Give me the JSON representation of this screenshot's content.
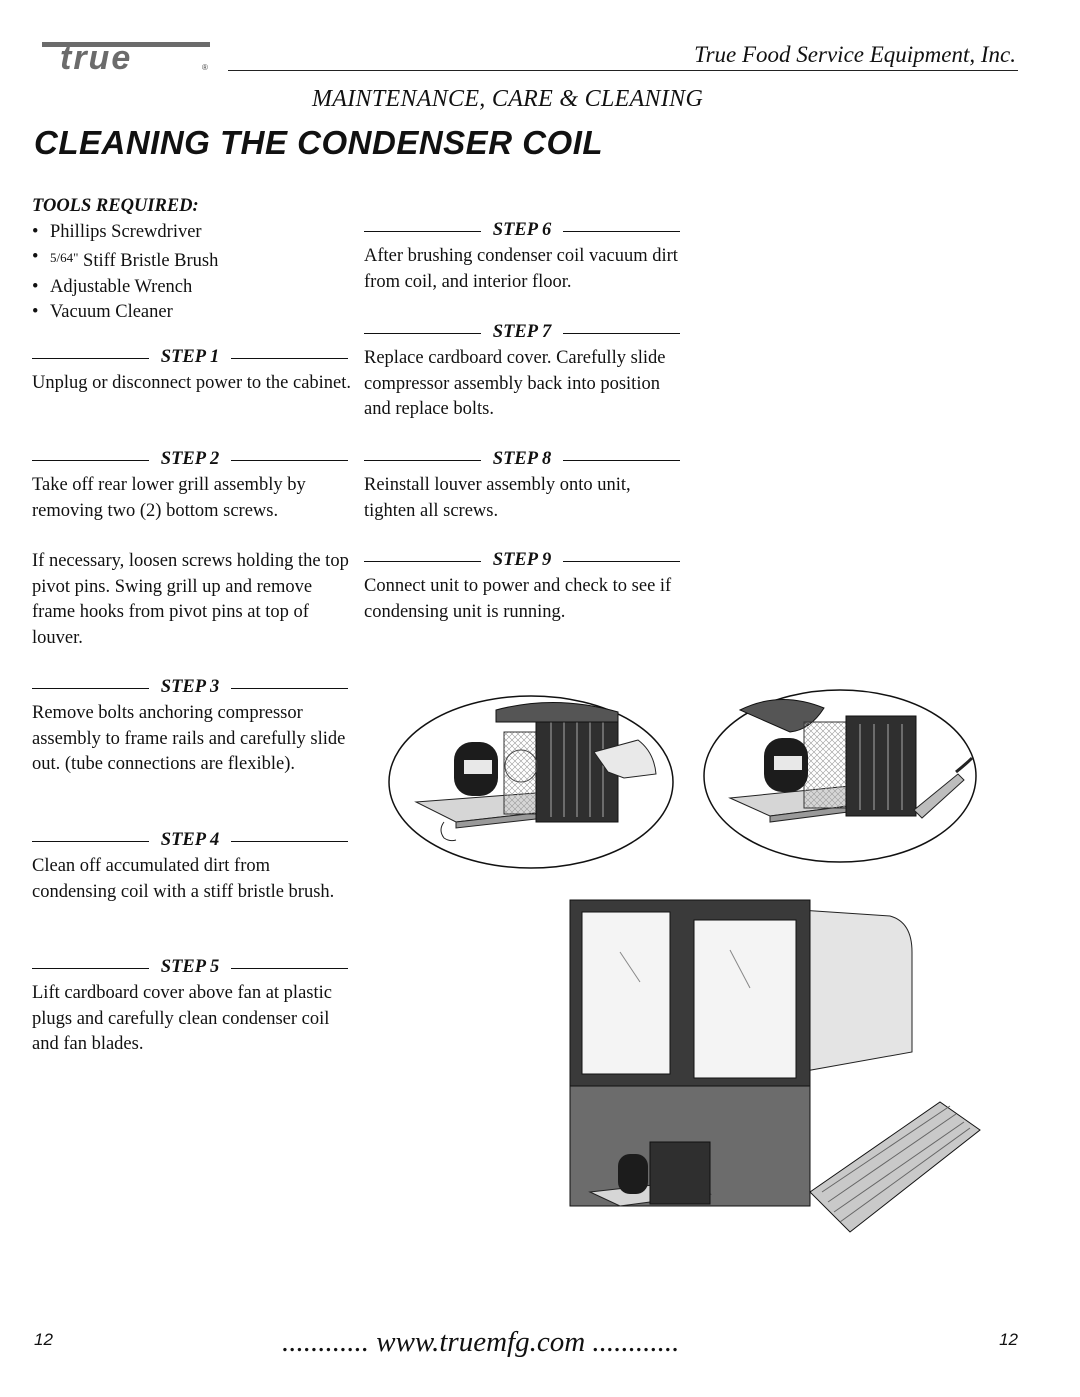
{
  "header": {
    "logo_text": "true",
    "company": "True Food Service Equipment, Inc.",
    "section": "MAINTENANCE, CARE & CLEANING",
    "title": "CLEANING THE CONDENSER COIL"
  },
  "tools": {
    "title": "TOOLS REQUIRED:",
    "items": [
      "Phillips Screwdriver",
      "Stiff Bristle Brush",
      "Adjustable Wrench",
      "Vacuum Cleaner"
    ],
    "brush_fraction": "5/64\""
  },
  "steps": [
    {
      "label": "STEP 1",
      "paragraphs": [
        "Unplug or disconnect power to the cabinet."
      ]
    },
    {
      "label": "STEP 2",
      "paragraphs": [
        "Take off rear lower grill assembly by removing two (2) bottom screws.",
        "If necessary, loosen screws holding the top pivot pins.  Swing grill up and remove frame hooks from pivot pins at top of louver."
      ]
    },
    {
      "label": "STEP 3",
      "paragraphs": [
        "Remove bolts anchoring compressor assembly to frame rails and carefully slide out.  (tube connections are flexible)."
      ]
    },
    {
      "label": "STEP 4",
      "paragraphs": [
        "Clean off accumulated dirt from condensing coil with a stiff bristle brush."
      ]
    },
    {
      "label": "STEP 5",
      "paragraphs": [
        "Lift cardboard cover above fan at plastic plugs and carefully clean condenser coil and fan blades."
      ]
    },
    {
      "label": "STEP 6",
      "paragraphs": [
        "After brushing condenser coil vacuum dirt from coil, and interior floor."
      ]
    },
    {
      "label": "STEP 7",
      "paragraphs": [
        "Replace cardboard cover.  Carefully slide compressor assembly back into position and replace bolts."
      ]
    },
    {
      "label": "STEP 8",
      "paragraphs": [
        "Reinstall louver assembly onto unit, tighten all screws."
      ]
    },
    {
      "label": "STEP 9",
      "paragraphs": [
        "Connect unit to power and check to see if condensing unit is running."
      ]
    }
  ],
  "footer": {
    "page_left": "12",
    "page_right": "12",
    "url": "............ www.truemfg.com ............"
  }
}
